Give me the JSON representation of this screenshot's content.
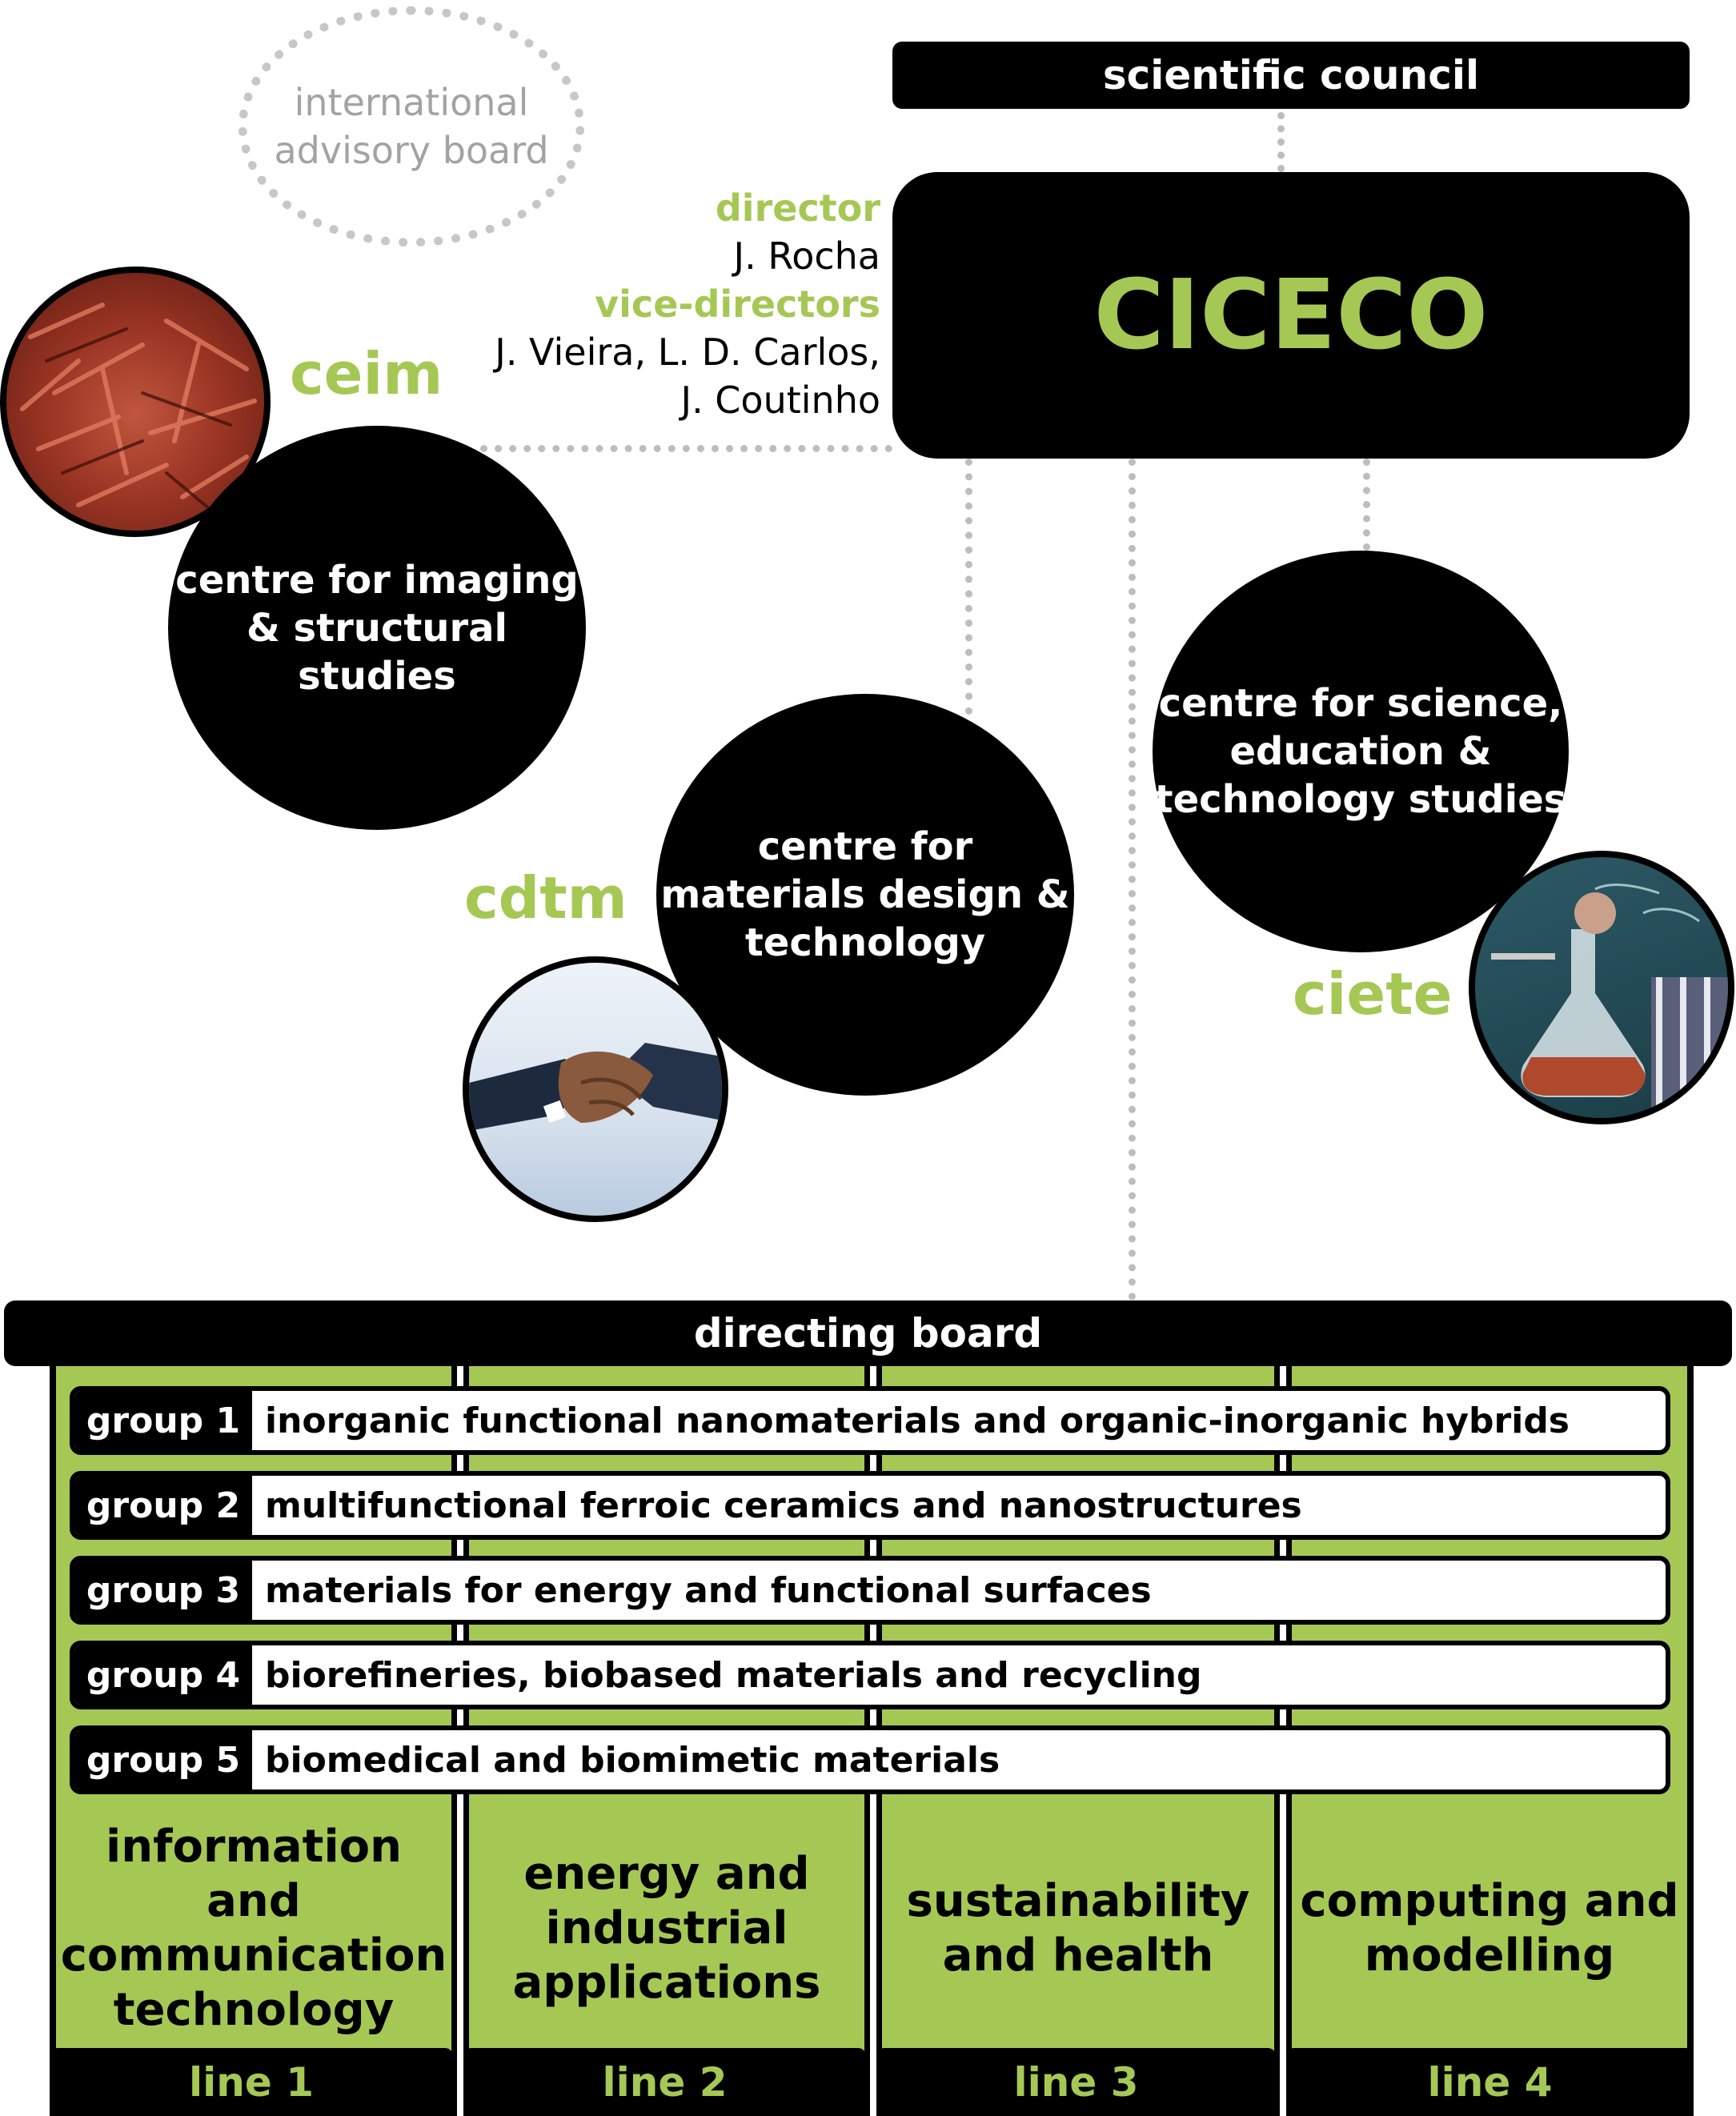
{
  "advisory_board": [
    "international",
    "advisory board"
  ],
  "scientific_council": "scientific council",
  "ciceco": "CICECO",
  "leadership": {
    "director_label": "director",
    "director": "J. Rocha",
    "vice_label": "vice-directors",
    "vice_line1": "J. Vieira, L. D. Carlos,",
    "vice_line2": "J. Coutinho"
  },
  "centres": [
    {
      "acronym": "ceim",
      "lines": [
        "centre for imaging",
        "& structural",
        "studies"
      ]
    },
    {
      "acronym": "cdtm",
      "lines": [
        "centre for",
        "materials design &",
        "technology"
      ]
    },
    {
      "acronym": "ciete",
      "lines": [
        "centre for science,",
        "education &",
        "technology studies"
      ]
    }
  ],
  "directing_board": "directing board",
  "groups": [
    {
      "label": "group 1",
      "name": "inorganic functional nanomaterials and organic-inorganic hybrids"
    },
    {
      "label": "group 2",
      "name": "multifunctional ferroic ceramics and nanostructures"
    },
    {
      "label": "group 3",
      "name": "materials for energy and functional surfaces"
    },
    {
      "label": "group 4",
      "name": "biorefineries, biobased materials and recycling"
    },
    {
      "label": "group 5",
      "name": "biomedical and biomimetic materials"
    }
  ],
  "lines": [
    {
      "label": "line 1",
      "title": [
        "information and",
        "communication",
        "technology"
      ]
    },
    {
      "label": "line 2",
      "title": [
        "energy and",
        "industrial",
        "applications"
      ]
    },
    {
      "label": "line 3",
      "title": [
        "sustainability",
        "and health"
      ]
    },
    {
      "label": "line 4",
      "title": [
        "computing and",
        "modelling"
      ]
    }
  ],
  "colors": {
    "accent_green": "#a5c855",
    "black": "#000000",
    "connector_grey": "#bdbdbd"
  },
  "icons": [
    "microstructure-photo",
    "handshake-photo",
    "chemistry-flask-photo"
  ]
}
